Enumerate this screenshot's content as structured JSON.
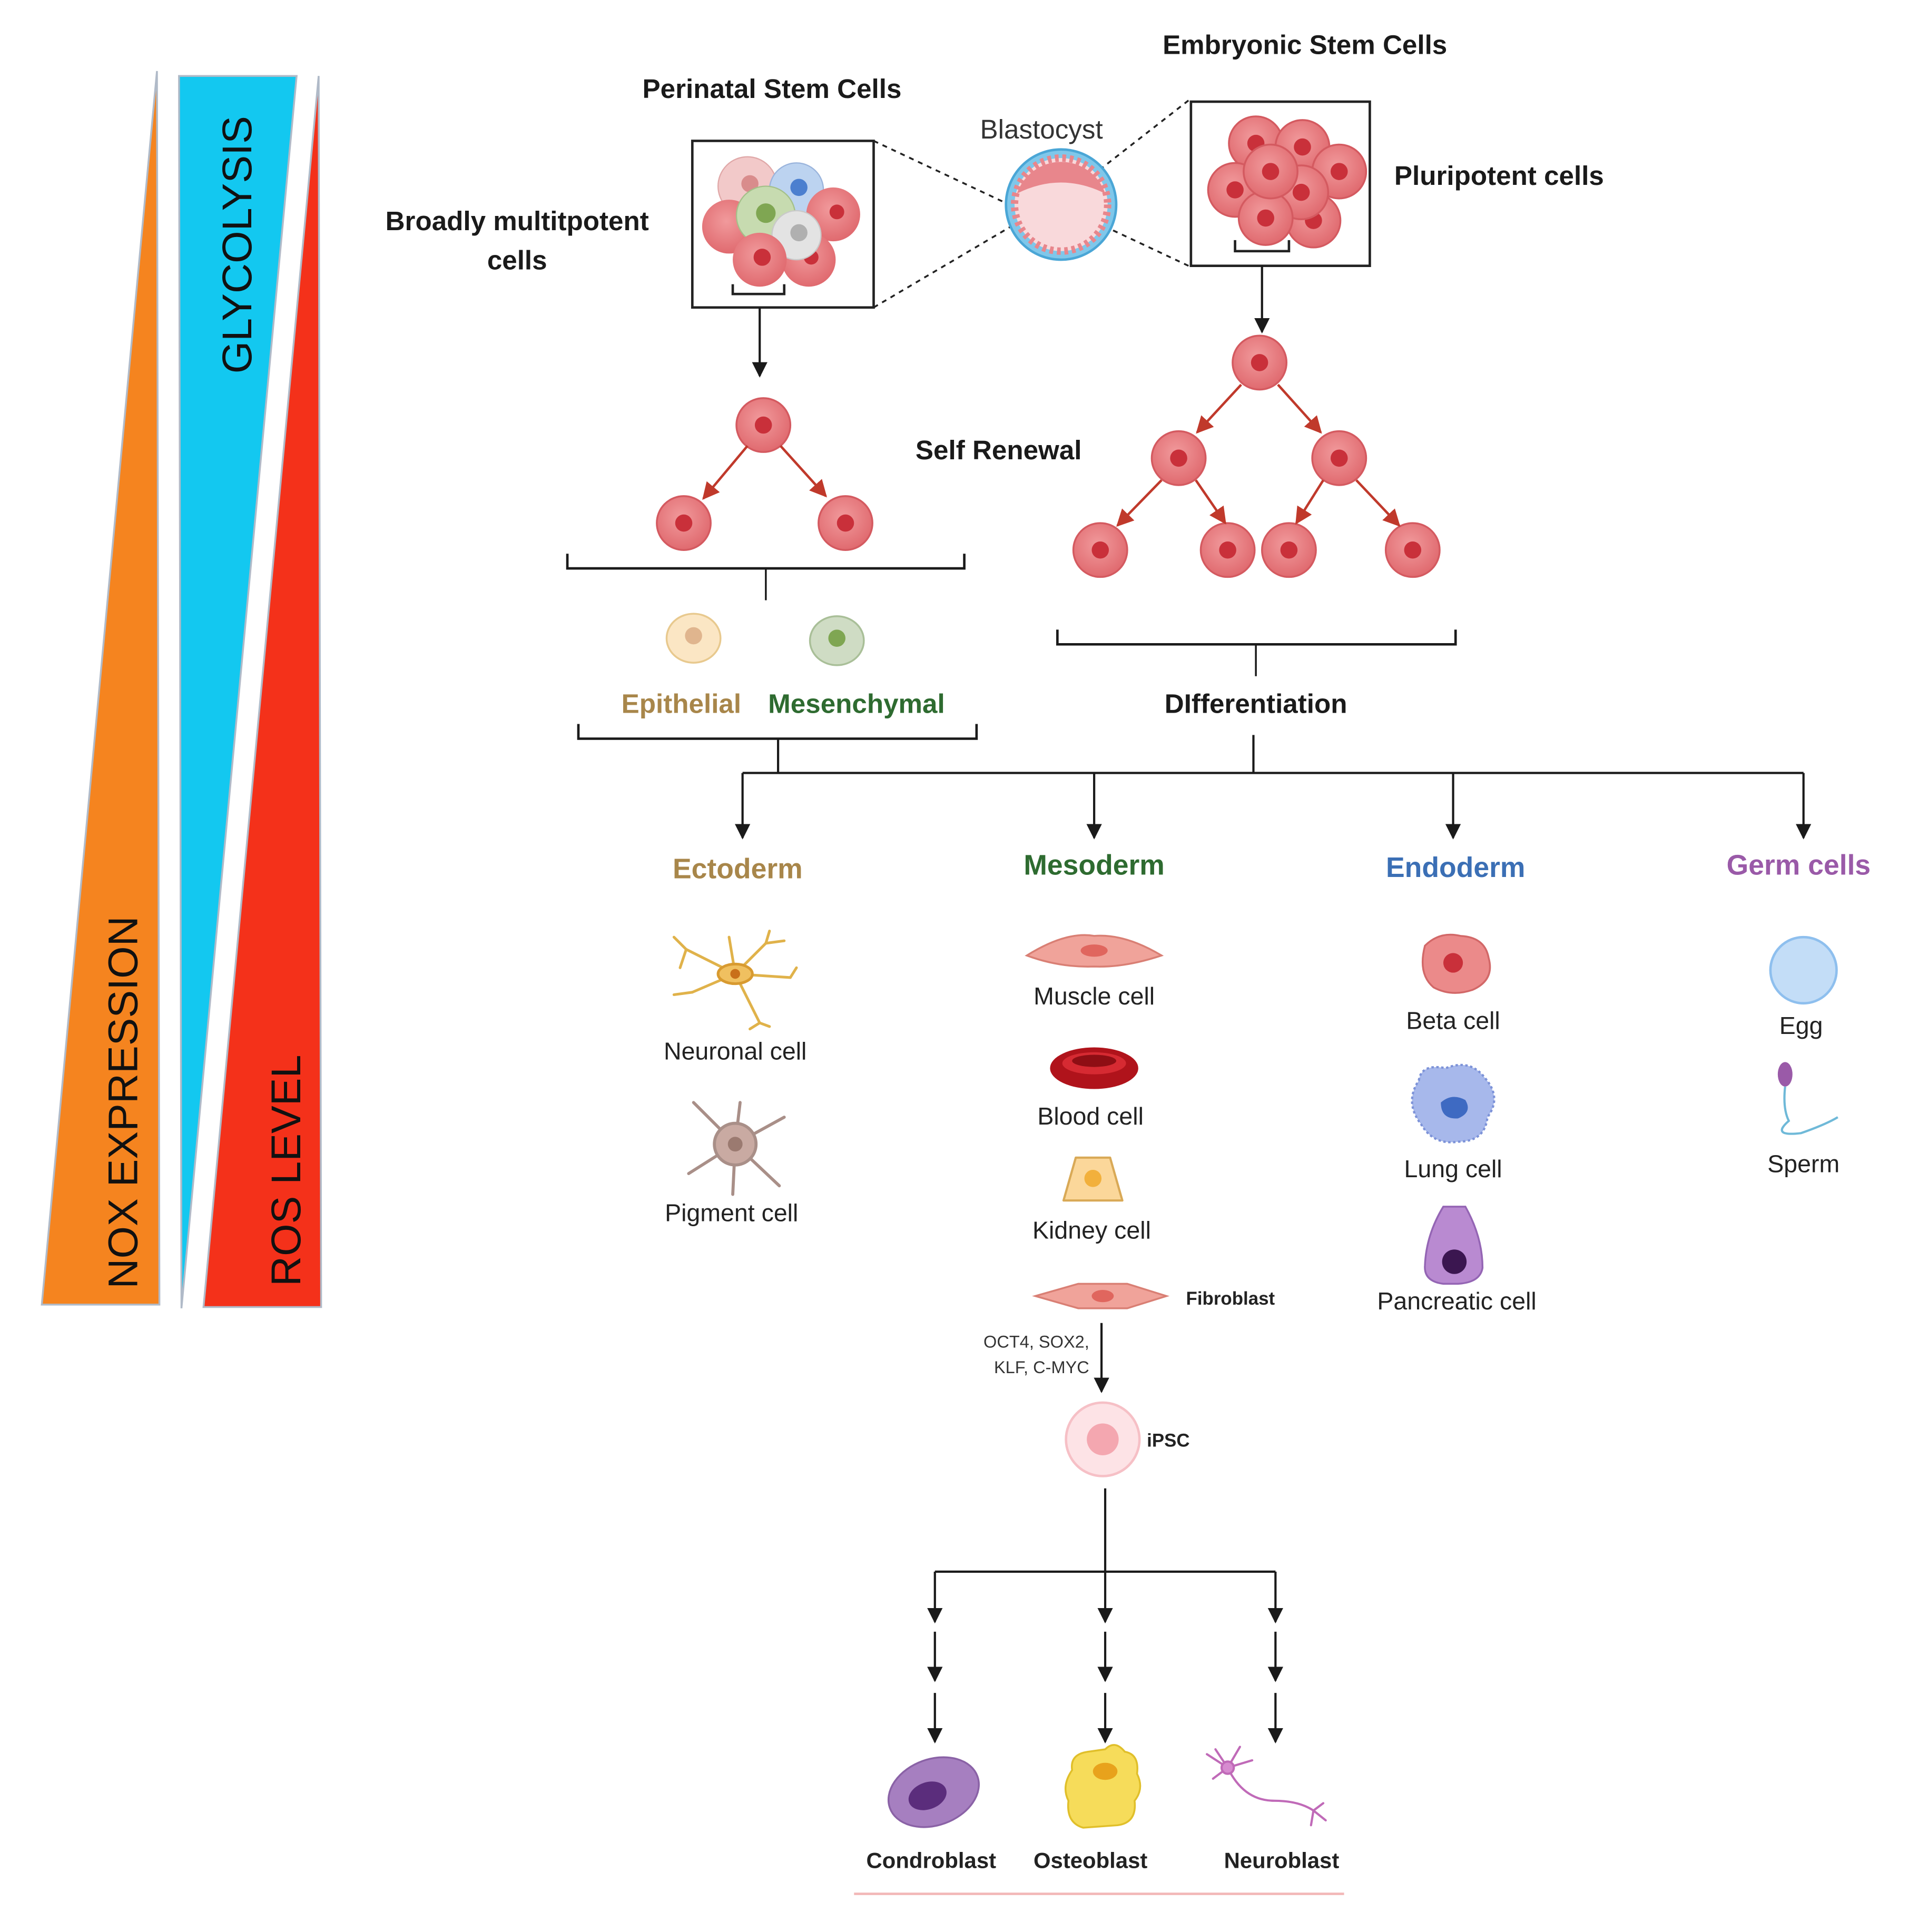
{
  "gradients": {
    "nox_label": "NOX EXPRESSION",
    "glycolysis_label": "GLYCOLYSIS",
    "ros_label": "ROS LEVEL"
  },
  "colors": {
    "nox": "#f5841f",
    "glycolysis": "#13c8f0",
    "ros": "#f4311a",
    "cell_red": "#e8767a",
    "cell_red_dark": "#c9303a",
    "arrow_red": "#c0392b",
    "ectoderm": "#a8864a",
    "mesoderm": "#2e6b30",
    "endoderm": "#3b6fb5",
    "germ": "#9a5aa8",
    "bottom_line": "#f2b8b8"
  },
  "sources": {
    "perinatal_title": "Perinatal Stem Cells",
    "broadly_line1": "Broadly multitpotent",
    "broadly_line2": "cells",
    "blastocyst": "Blastocyst",
    "embryonic_title": "Embryonic Stem Cells",
    "pluripotent": "Pluripotent cells",
    "self_renewal": "Self Renewal"
  },
  "perinatal_derivatives": {
    "epithelial": "Epithelial",
    "mesenchymal": "Mesenchymal"
  },
  "differentiation": "DIfferentiation",
  "lineages": {
    "ectoderm": {
      "title": "Ectoderm",
      "cells": [
        "Neuronal cell",
        "Pigment cell"
      ]
    },
    "mesoderm": {
      "title": "Mesoderm",
      "cells": [
        "Muscle cell",
        "Blood cell",
        "Kidney cell"
      ]
    },
    "endoderm": {
      "title": "Endoderm",
      "cells": [
        "Beta cell",
        "Lung cell",
        "Pancreatic cell"
      ]
    },
    "germ": {
      "title": "Germ cells",
      "cells": [
        "Egg",
        "Sperm"
      ]
    }
  },
  "reprogramming": {
    "fibroblast": "Fibroblast",
    "factors_line1": "OCT4, SOX2,",
    "factors_line2": "KLF, C-MYC",
    "ipsc": "iPSC"
  },
  "ipsc_products": [
    "Condroblast",
    "Osteoblast",
    "Neuroblast"
  ]
}
